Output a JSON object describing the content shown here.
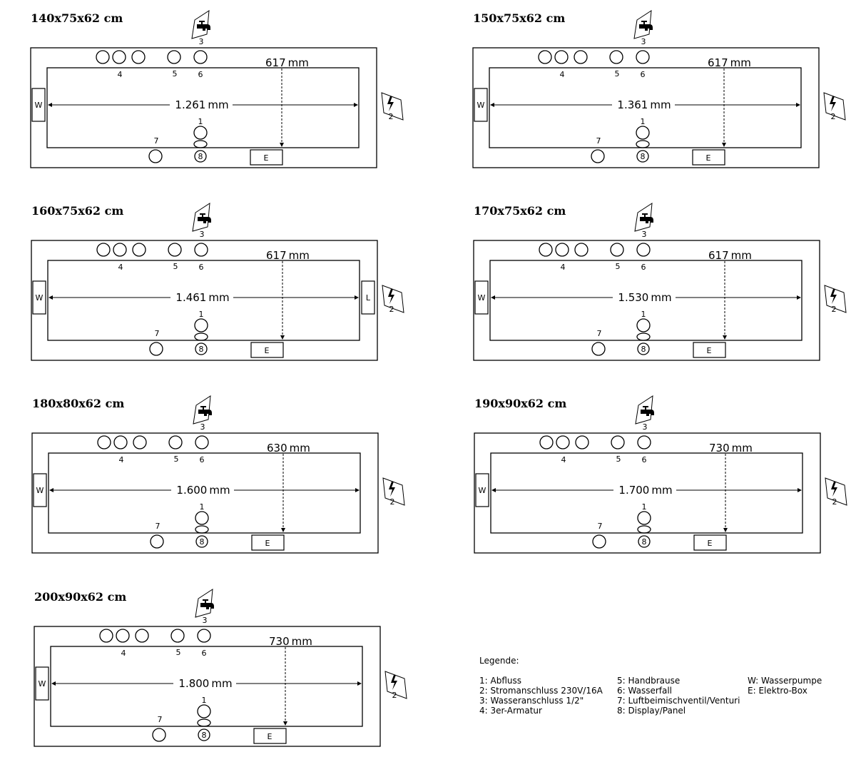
{
  "diagrams": [
    {
      "title": "140x75x62 cm",
      "length": "1.261",
      "depth": "617",
      "unit": "mm",
      "has_l": false
    },
    {
      "title": "150x75x62 cm",
      "length": "1.361",
      "depth": "617",
      "unit": "mm",
      "has_l": false
    },
    {
      "title": "160x75x62 cm",
      "length": "1.461",
      "depth": "617",
      "unit": "mm",
      "has_l": true
    },
    {
      "title": "170x75x62 cm",
      "length": "1.530",
      "depth": "617",
      "unit": "mm",
      "has_l": false
    },
    {
      "title": "180x80x62 cm",
      "length": "1.600",
      "depth": "630",
      "unit": "mm",
      "has_l": false
    },
    {
      "title": "190x90x62 cm",
      "length": "1.700",
      "depth": "730",
      "unit": "mm",
      "has_l": false
    },
    {
      "title": "200x90x62 cm",
      "length": "1.800",
      "depth": "730",
      "unit": "mm",
      "has_l": false
    }
  ],
  "marks": {
    "drain": "1",
    "power": "2",
    "water": "3",
    "faucet": "4",
    "hand_shower": "5",
    "waterfall": "6",
    "venturi": "7",
    "display": "8",
    "pump": "W",
    "ebox": "E",
    "l": "L"
  },
  "legend": {
    "title": "Legende:",
    "col1": [
      "1: Abfluss",
      "2: Stromanschluss 230V/16A",
      "3: Wasseranschluss 1/2\"",
      "4: 3er-Armatur"
    ],
    "col2": [
      "5: Handbrause",
      "6: Wasserfall",
      "7: Luftbeimischventil/Venturi",
      "8: Display/Panel"
    ],
    "col3": [
      "W: Wasserpumpe",
      "E: Elektro-Box"
    ]
  }
}
